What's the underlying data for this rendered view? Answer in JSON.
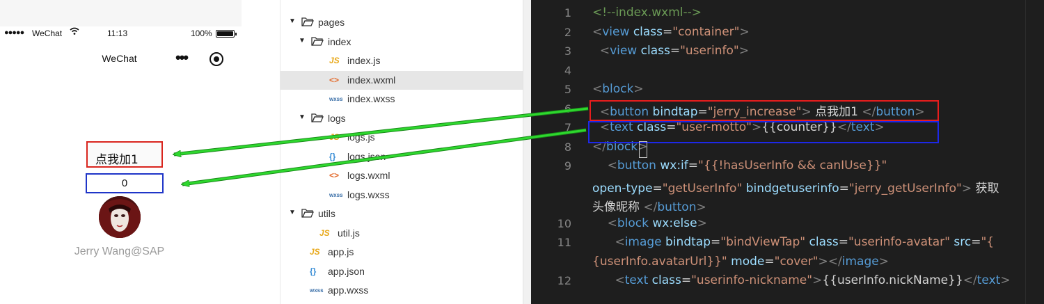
{
  "phone": {
    "status": {
      "signal": "●●●●●",
      "carrier": "WeChat",
      "time": "11:13",
      "battery": "100%"
    },
    "nav_title": "WeChat",
    "more_glyph": "•••",
    "button_label": "点我加1",
    "counter": "0",
    "nickname": "Jerry Wang@SAP"
  },
  "file_tree": [
    {
      "depth": 0,
      "kind": "folder",
      "expanded": true,
      "label": "pages",
      "icon": "folder-open-icon"
    },
    {
      "depth": 1,
      "kind": "folder",
      "expanded": true,
      "label": "index",
      "icon": "folder-open-icon"
    },
    {
      "depth": 2,
      "kind": "js",
      "label": "index.js",
      "icon": "js-file-icon",
      "glyph": "JS"
    },
    {
      "depth": 2,
      "kind": "xml",
      "label": "index.wxml",
      "icon": "wxml-file-icon",
      "glyph": "<>",
      "selected": true
    },
    {
      "depth": 2,
      "kind": "wxss",
      "label": "index.wxss",
      "icon": "wxss-file-icon",
      "glyph": "wxss"
    },
    {
      "depth": 1,
      "kind": "folder",
      "expanded": true,
      "label": "logs",
      "icon": "folder-open-icon"
    },
    {
      "depth": 2,
      "kind": "js",
      "label": "logs.js",
      "icon": "js-file-icon",
      "glyph": "JS"
    },
    {
      "depth": 2,
      "kind": "json",
      "label": "logs.json",
      "icon": "json-file-icon",
      "glyph": "{}"
    },
    {
      "depth": 2,
      "kind": "xml",
      "label": "logs.wxml",
      "icon": "wxml-file-icon",
      "glyph": "<>"
    },
    {
      "depth": 2,
      "kind": "wxss",
      "label": "logs.wxss",
      "icon": "wxss-file-icon",
      "glyph": "wxss"
    },
    {
      "depth": 0,
      "kind": "folder",
      "expanded": true,
      "label": "utils",
      "icon": "folder-open-icon"
    },
    {
      "depth": 1,
      "kind": "js",
      "label": "util.js",
      "icon": "js-file-icon",
      "glyph": "JS"
    },
    {
      "depth": 0,
      "kind": "js",
      "label": "app.js",
      "icon": "js-file-icon",
      "glyph": "JS"
    },
    {
      "depth": 0,
      "kind": "json",
      "label": "app.json",
      "icon": "json-file-icon",
      "glyph": "{}"
    },
    {
      "depth": 0,
      "kind": "wxss",
      "label": "app.wxss",
      "icon": "wxss-file-icon",
      "glyph": "wxss"
    }
  ],
  "code_lines": [
    {
      "num": "1",
      "tokens": [
        [
          "cmt",
          "<!--index.wxml-->"
        ]
      ]
    },
    {
      "num": "2",
      "tokens": [
        [
          "punc",
          "<"
        ],
        [
          "tag",
          "view"
        ],
        [
          "txt",
          " "
        ],
        [
          "attr",
          "class"
        ],
        [
          "txt",
          "="
        ],
        [
          "str",
          "\"container\""
        ],
        [
          "punc",
          ">"
        ]
      ]
    },
    {
      "num": "3",
      "tokens": [
        [
          "txt",
          "  "
        ],
        [
          "punc",
          "<"
        ],
        [
          "tag",
          "view"
        ],
        [
          "txt",
          " "
        ],
        [
          "attr",
          "class"
        ],
        [
          "txt",
          "="
        ],
        [
          "str",
          "\"userinfo\""
        ],
        [
          "punc",
          ">"
        ]
      ]
    },
    {
      "num": "4",
      "tokens": []
    },
    {
      "num": "5",
      "tokens": [
        [
          "punc",
          "<"
        ],
        [
          "tag",
          "block"
        ],
        [
          "punc",
          ">"
        ]
      ]
    },
    {
      "num": "6",
      "tokens": [
        [
          "txt",
          "  "
        ],
        [
          "punc",
          "<"
        ],
        [
          "tag",
          "button"
        ],
        [
          "txt",
          " "
        ],
        [
          "attr",
          "bindtap"
        ],
        [
          "txt",
          "="
        ],
        [
          "str",
          "\"jerry_increase\""
        ],
        [
          "punc",
          ">"
        ],
        [
          "txt",
          " 点我加1 "
        ],
        [
          "punc",
          "</"
        ],
        [
          "tag",
          "button"
        ],
        [
          "punc",
          ">"
        ]
      ]
    },
    {
      "num": "7",
      "tokens": [
        [
          "txt",
          "  "
        ],
        [
          "punc",
          "<"
        ],
        [
          "tag",
          "text"
        ],
        [
          "txt",
          " "
        ],
        [
          "attr",
          "class"
        ],
        [
          "txt",
          "="
        ],
        [
          "str",
          "\"user-motto\""
        ],
        [
          "punc",
          ">"
        ],
        [
          "txt",
          "{{counter}}"
        ],
        [
          "punc",
          "</"
        ],
        [
          "tag",
          "text"
        ],
        [
          "punc",
          ">"
        ]
      ]
    },
    {
      "num": "8",
      "tokens": [
        [
          "punc",
          "</"
        ],
        [
          "tag",
          "block"
        ],
        [
          "punc",
          ">"
        ]
      ]
    },
    {
      "num": "9",
      "tokens": [
        [
          "txt",
          "    "
        ],
        [
          "punc",
          "<"
        ],
        [
          "tag",
          "button"
        ],
        [
          "txt",
          " "
        ],
        [
          "attr",
          "wx:if"
        ],
        [
          "txt",
          "="
        ],
        [
          "str",
          "\"{{!hasUserInfo && canIUse}}\""
        ]
      ]
    },
    {
      "num": "",
      "tokens": [
        [
          "attr",
          "open-type"
        ],
        [
          "txt",
          "="
        ],
        [
          "str",
          "\"getUserInfo\""
        ],
        [
          "txt",
          " "
        ],
        [
          "attr",
          "bindgetuserinfo"
        ],
        [
          "txt",
          "="
        ],
        [
          "str",
          "\"jerry_getUserInfo\""
        ],
        [
          "punc",
          ">"
        ],
        [
          "txt",
          " 获取"
        ]
      ]
    },
    {
      "num": "",
      "tokens": [
        [
          "txt",
          "头像昵称 "
        ],
        [
          "punc",
          "</"
        ],
        [
          "tag",
          "button"
        ],
        [
          "punc",
          ">"
        ]
      ]
    },
    {
      "num": "10",
      "tokens": [
        [
          "txt",
          "    "
        ],
        [
          "punc",
          "<"
        ],
        [
          "tag",
          "block"
        ],
        [
          "txt",
          " "
        ],
        [
          "attr",
          "wx:else"
        ],
        [
          "punc",
          ">"
        ]
      ]
    },
    {
      "num": "11",
      "tokens": [
        [
          "txt",
          "      "
        ],
        [
          "punc",
          "<"
        ],
        [
          "tag",
          "image"
        ],
        [
          "txt",
          " "
        ],
        [
          "attr",
          "bindtap"
        ],
        [
          "txt",
          "="
        ],
        [
          "str",
          "\"bindViewTap\""
        ],
        [
          "txt",
          " "
        ],
        [
          "attr",
          "class"
        ],
        [
          "txt",
          "="
        ],
        [
          "str",
          "\"userinfo-avatar\""
        ],
        [
          "txt",
          " "
        ],
        [
          "attr",
          "src"
        ],
        [
          "txt",
          "="
        ],
        [
          "str",
          "\"{"
        ]
      ]
    },
    {
      "num": "",
      "tokens": [
        [
          "str",
          "{userInfo.avatarUrl}}\""
        ],
        [
          "txt",
          " "
        ],
        [
          "attr",
          "mode"
        ],
        [
          "txt",
          "="
        ],
        [
          "str",
          "\"cover\""
        ],
        [
          "punc",
          "></"
        ],
        [
          "tag",
          "image"
        ],
        [
          "punc",
          ">"
        ]
      ]
    },
    {
      "num": "12",
      "tokens": [
        [
          "txt",
          "      "
        ],
        [
          "punc",
          "<"
        ],
        [
          "tag",
          "text"
        ],
        [
          "txt",
          " "
        ],
        [
          "attr",
          "class"
        ],
        [
          "txt",
          "="
        ],
        [
          "str",
          "\"userinfo-nickname\""
        ],
        [
          "punc",
          ">"
        ],
        [
          "txt",
          "{{userInfo.nickName}}"
        ],
        [
          "punc",
          "</"
        ],
        [
          "tag",
          "text"
        ],
        [
          "punc",
          ">"
        ]
      ]
    }
  ],
  "colors": {
    "highlight_button": "#e81d1d",
    "highlight_counter": "#1d28e8",
    "arrow": "#2ed82e",
    "editor_bg": "#1e1e1e"
  }
}
